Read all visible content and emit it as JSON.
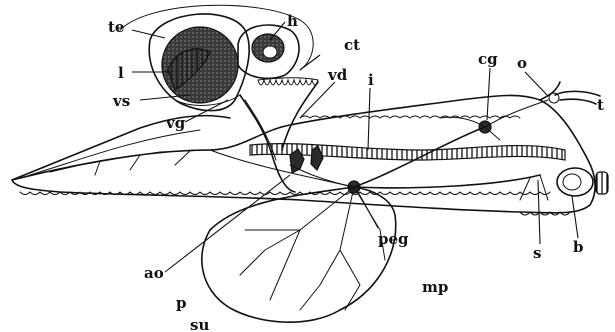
{
  "labels": {
    "te": "te",
    "h": "h",
    "ct": "ct",
    "l": "l",
    "vs": "vs",
    "vg": "vg",
    "vd": "vd",
    "i": "i",
    "cg": "cg",
    "o": "o",
    "t": "t",
    "ao": "ao",
    "p": "p",
    "peg": "peg",
    "s": "s",
    "b": "b",
    "mp": "mp",
    "su": "su"
  },
  "colors": {
    "ink": "#111111",
    "paper": "#ffffff"
  }
}
